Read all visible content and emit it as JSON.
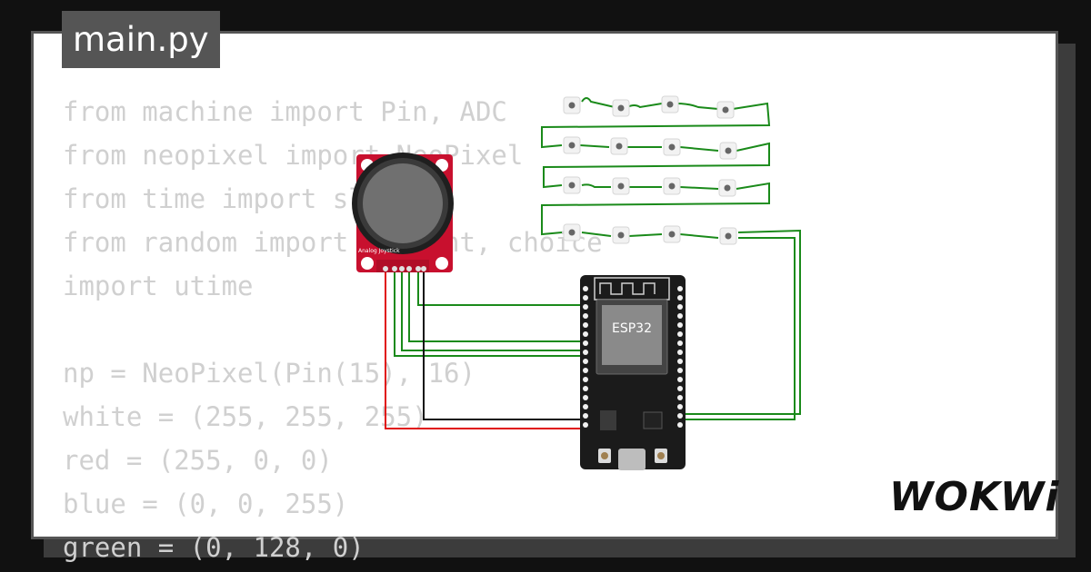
{
  "editor": {
    "file_tab": "main.py",
    "code_lines": [
      "from machine import Pin, ADC",
      "from neopixel import NeoPixel",
      "from time import sleep",
      "from random import randint, choice",
      "import utime",
      "",
      "np = NeoPixel(Pin(15), 16)",
      "white = (255, 255, 255)",
      "red = (255, 0, 0)",
      "blue = (0, 0, 255)",
      "green = (0, 128, 0)"
    ]
  },
  "circuit": {
    "mcu_label": "ESP32",
    "joystick_label": "Analog Joystick",
    "led_rows": 4,
    "leds_per_row": 4,
    "wire_colors": {
      "signal": "#1a8a1a",
      "power": "#e01010",
      "ground": "#111111"
    },
    "joystick_board_color": "#c8102e",
    "mcu_board_color": "#1b1b1b"
  },
  "branding": {
    "logo": "WOKWi"
  }
}
